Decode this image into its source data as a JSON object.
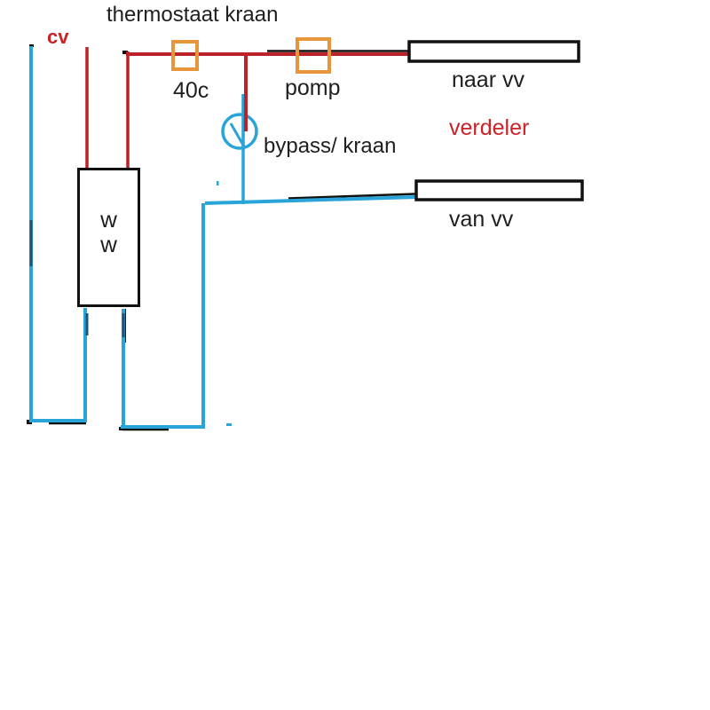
{
  "diagram": {
    "title": "thermostaat kraan",
    "labels": {
      "cv": "cv",
      "temp_valve": "40c",
      "pump": "pomp",
      "bypass": "bypass/ kraan",
      "to_floor_heating": "naar vv",
      "distributor": "verdeler",
      "from_floor_heating": "van vv",
      "boiler_line1": "w",
      "boiler_line2": "w"
    },
    "colors": {
      "hot_line_red": "#bc2228",
      "red_text": "#cc2127",
      "return_line_blue": "#29a4d9",
      "valve_orange": "#e8963c",
      "outline_black": "#111111"
    }
  }
}
